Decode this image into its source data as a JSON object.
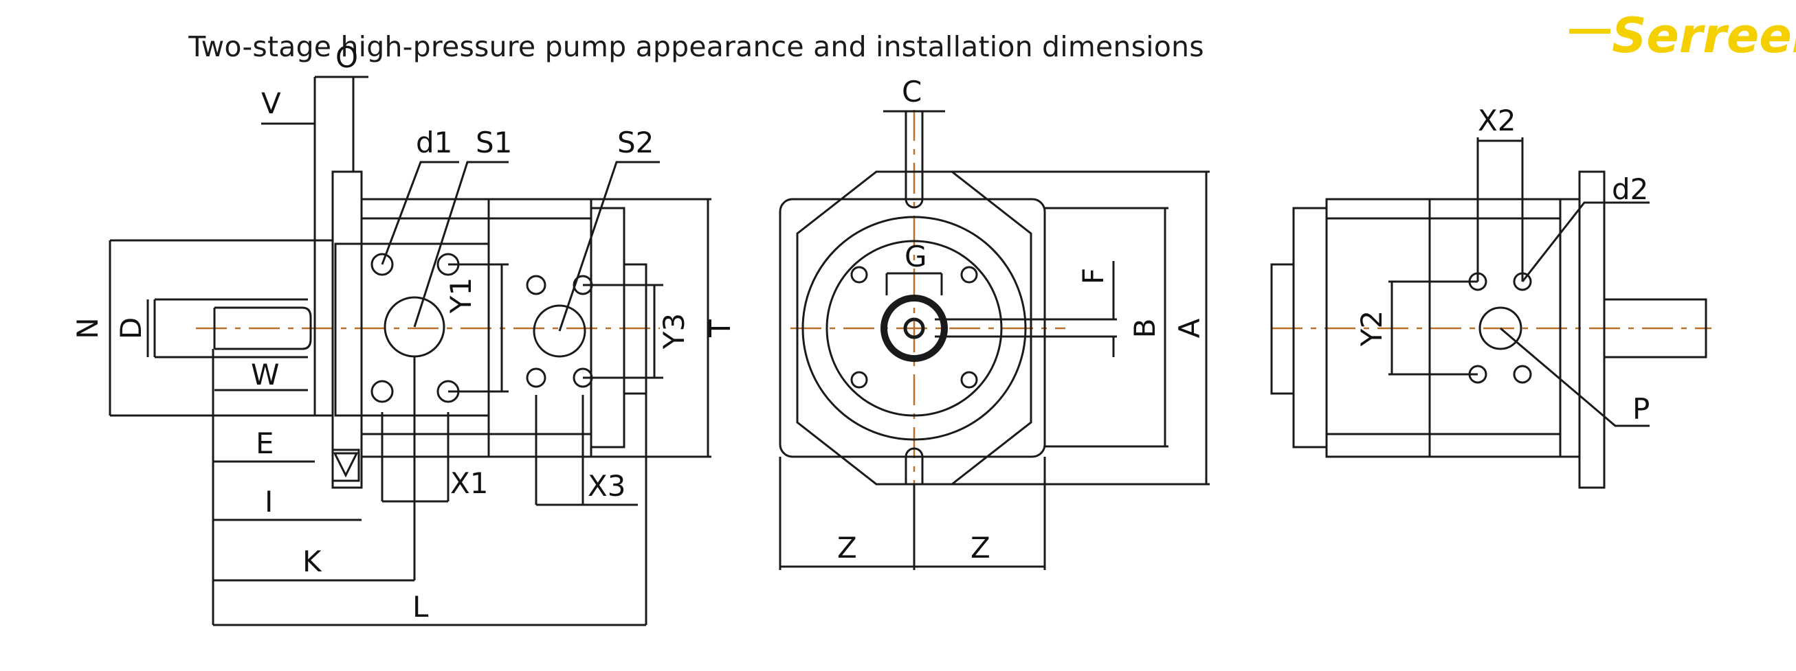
{
  "title": "Two-stage high-pressure pump appearance and installation dimensions",
  "logo": {
    "text": "Serreen",
    "color": "#f5d000"
  },
  "colors": {
    "line": "#1a1a1a",
    "centerline": "#b8702a",
    "background": "#ffffff"
  },
  "labels": {
    "O": "O",
    "V": "V",
    "d1": "d1",
    "S1": "S1",
    "S2": "S2",
    "Y1": "Y1",
    "Y3": "Y3",
    "N": "N",
    "D": "D",
    "W": "W",
    "E": "E",
    "I": "I",
    "K": "K",
    "L": "L",
    "X1": "X1",
    "X3": "X3",
    "T": "T",
    "C": "C",
    "G": "G",
    "F": "F",
    "B": "B",
    "A": "A",
    "Z_left": "Z",
    "Z_right": "Z",
    "X2": "X2",
    "d2": "d2",
    "Y2": "Y2",
    "P": "P"
  }
}
